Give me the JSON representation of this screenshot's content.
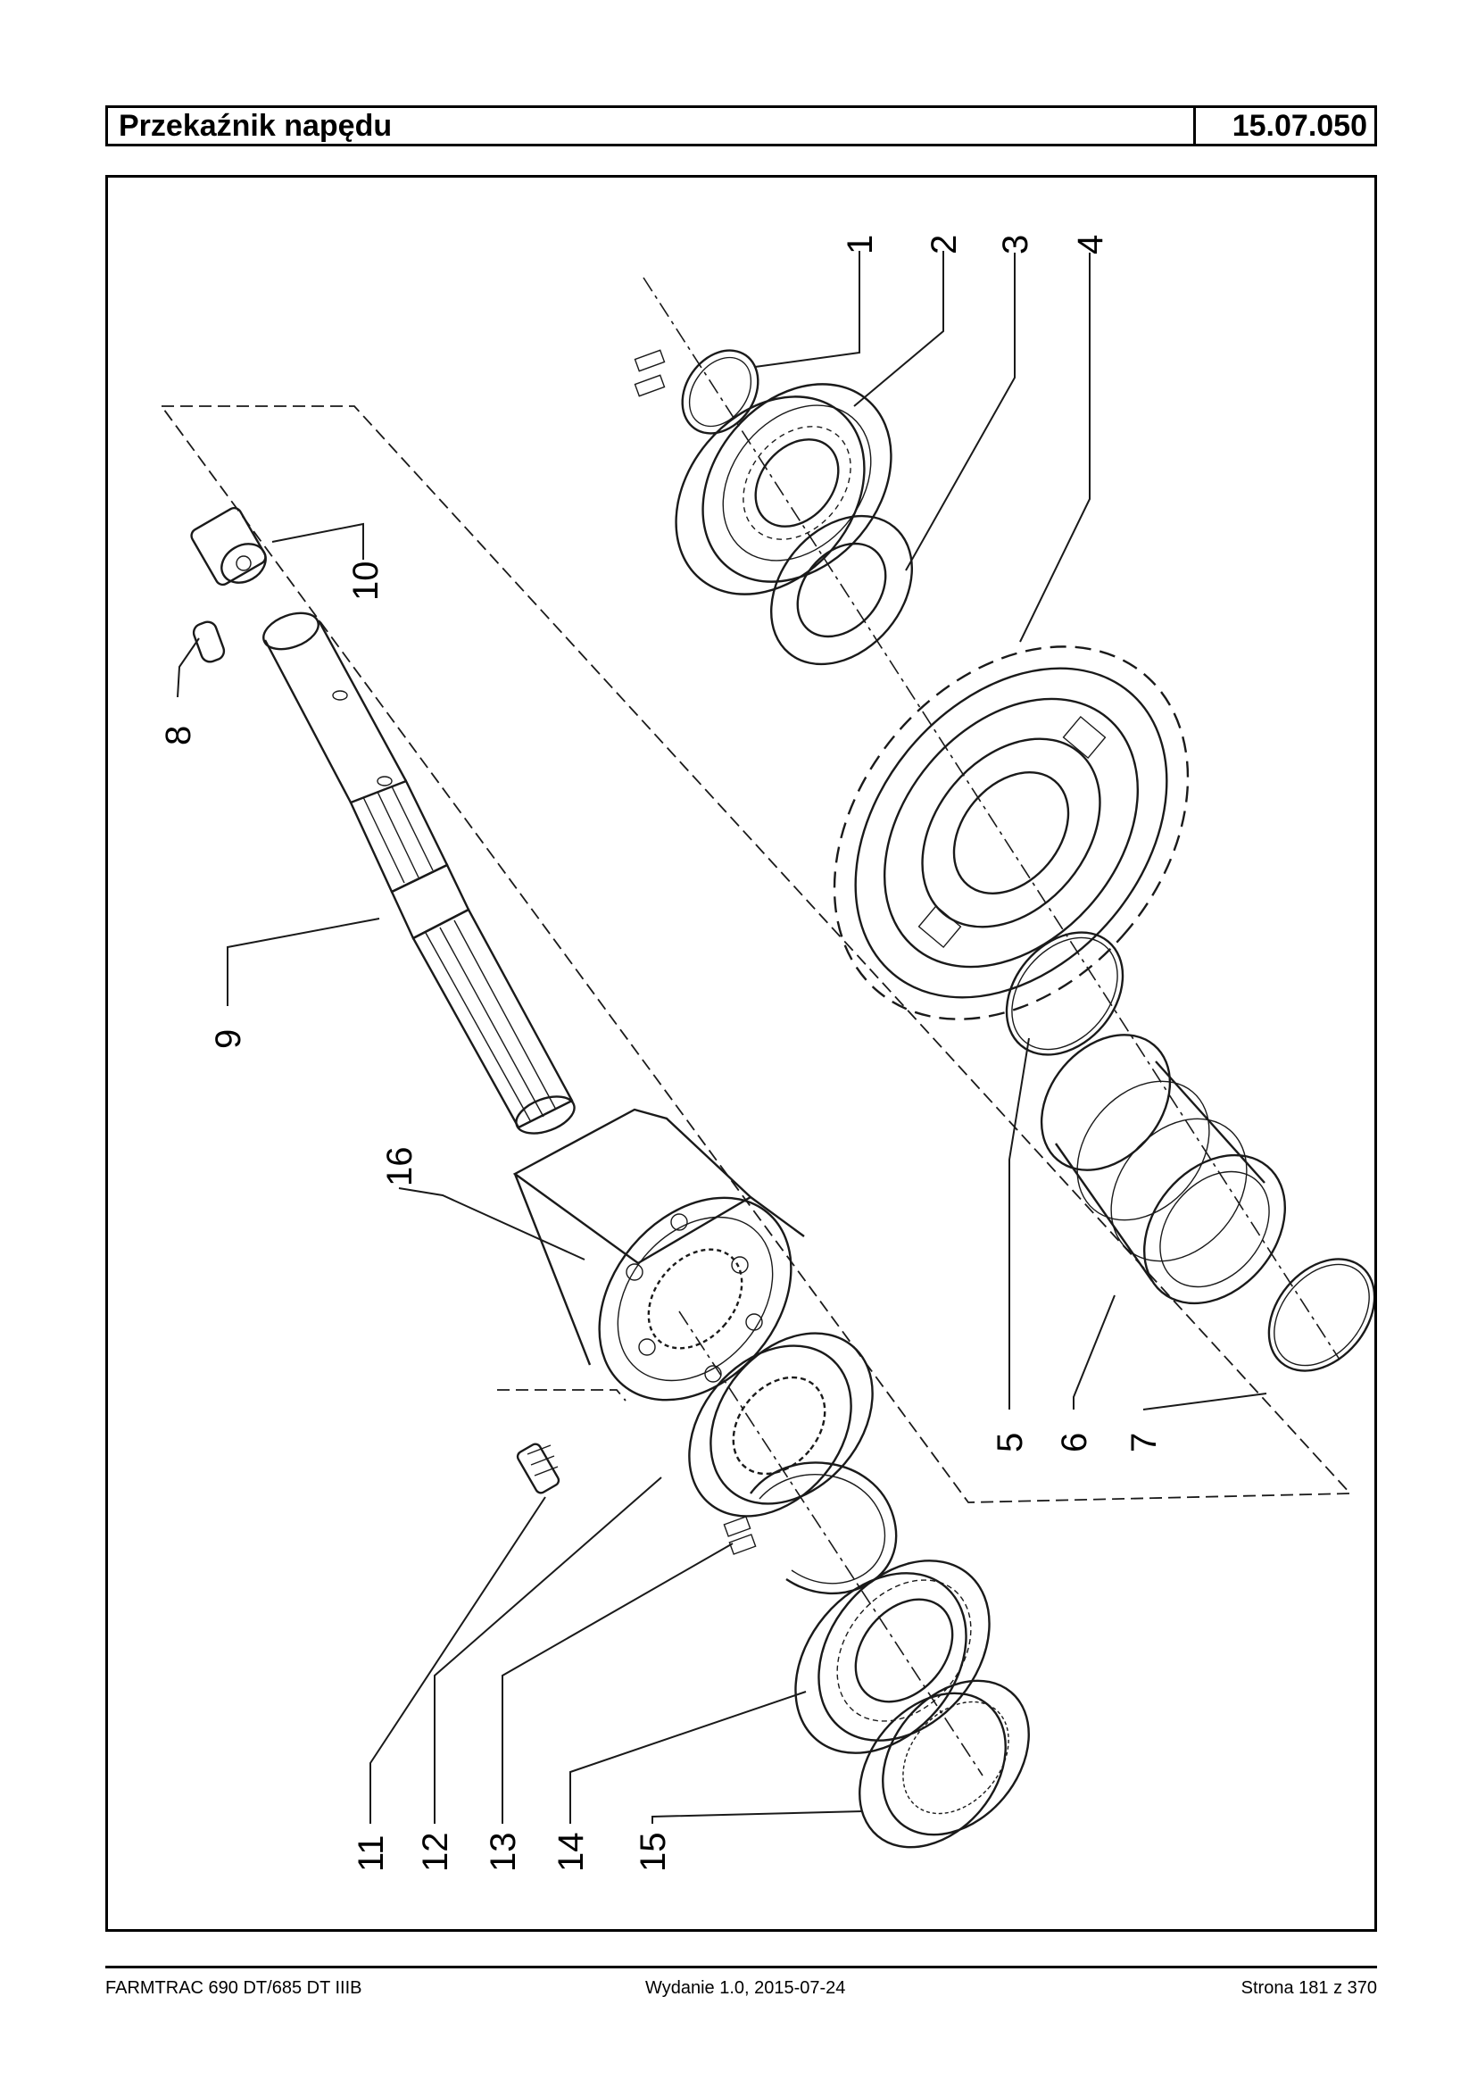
{
  "header": {
    "title": "Przekaźnik napędu",
    "code": "15.07.050"
  },
  "diagram": {
    "part_labels": [
      "1",
      "2",
      "3",
      "4",
      "5",
      "6",
      "7",
      "8",
      "9",
      "10",
      "11",
      "12",
      "13",
      "14",
      "15",
      "16"
    ]
  },
  "footer": {
    "left": "FARMTRAC 690 DT/685 DT IIIB",
    "middle": "Wydanie 1.0,  2015-07-24",
    "right": "Strona 181 z 370"
  }
}
